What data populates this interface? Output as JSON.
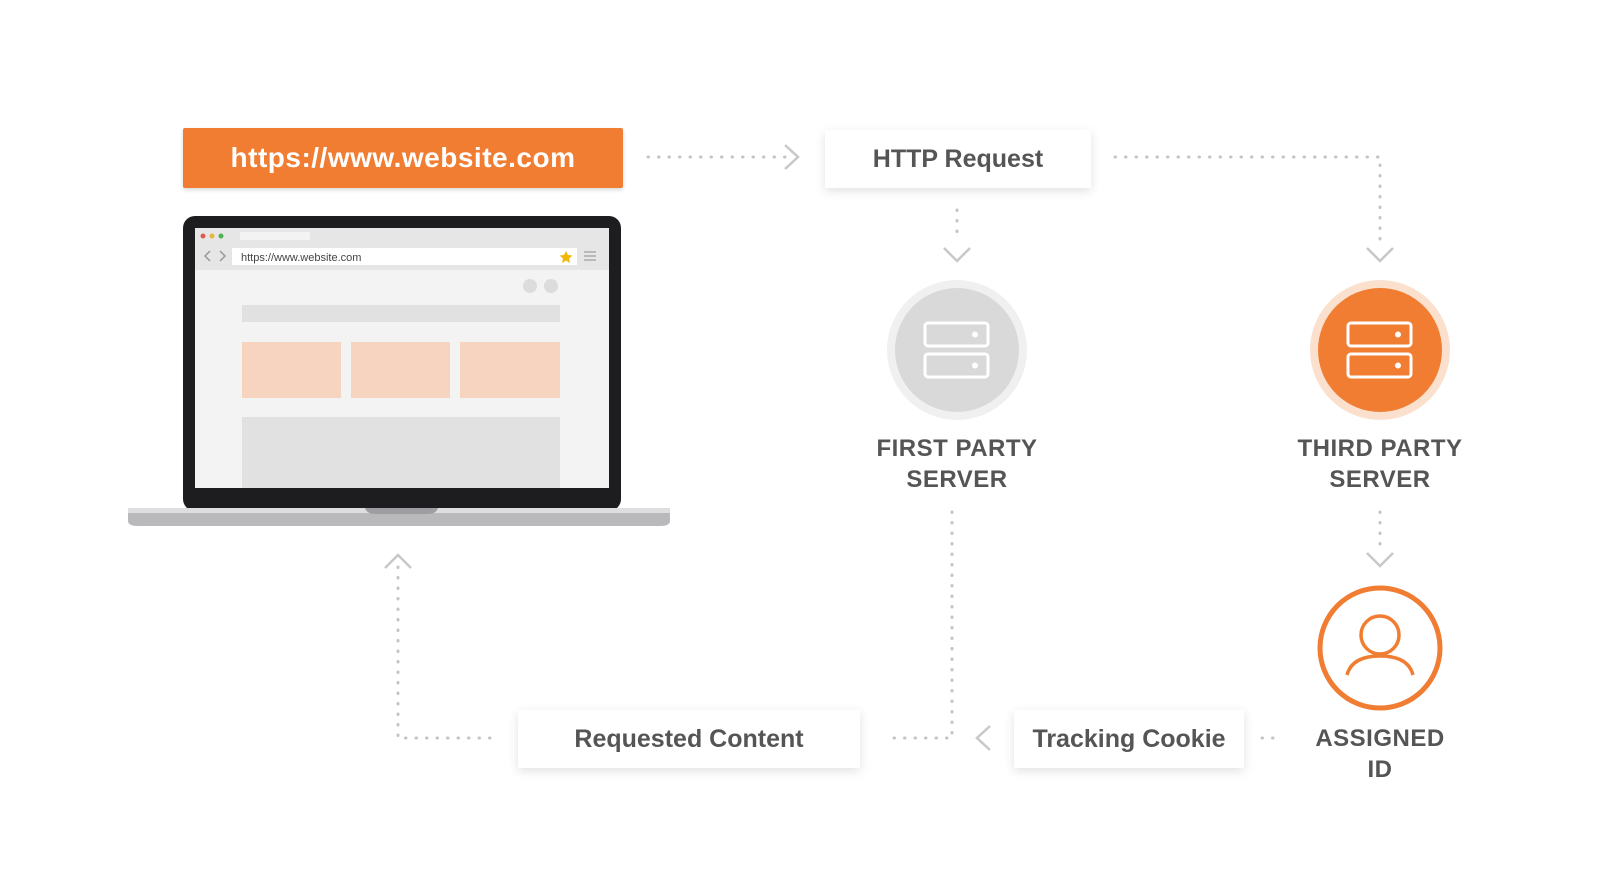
{
  "url_banner": {
    "text": "https://www.website.com"
  },
  "browser": {
    "address_text": "https://www.website.com"
  },
  "http_request": {
    "label": "HTTP Request"
  },
  "first_party": {
    "line1": "FIRST PARTY",
    "line2": "SERVER"
  },
  "third_party": {
    "line1": "THIRD PARTY",
    "line2": "SERVER"
  },
  "assigned_id": {
    "line1": "ASSIGNED",
    "line2": "ID"
  },
  "tracking_cookie": {
    "label": "Tracking Cookie"
  },
  "requested_content": {
    "label": "Requested Content"
  },
  "colors": {
    "accent": "#f07d32",
    "text": "#555555",
    "arrow": "#c8c8c8",
    "server_gray": "#d9d9d9"
  }
}
